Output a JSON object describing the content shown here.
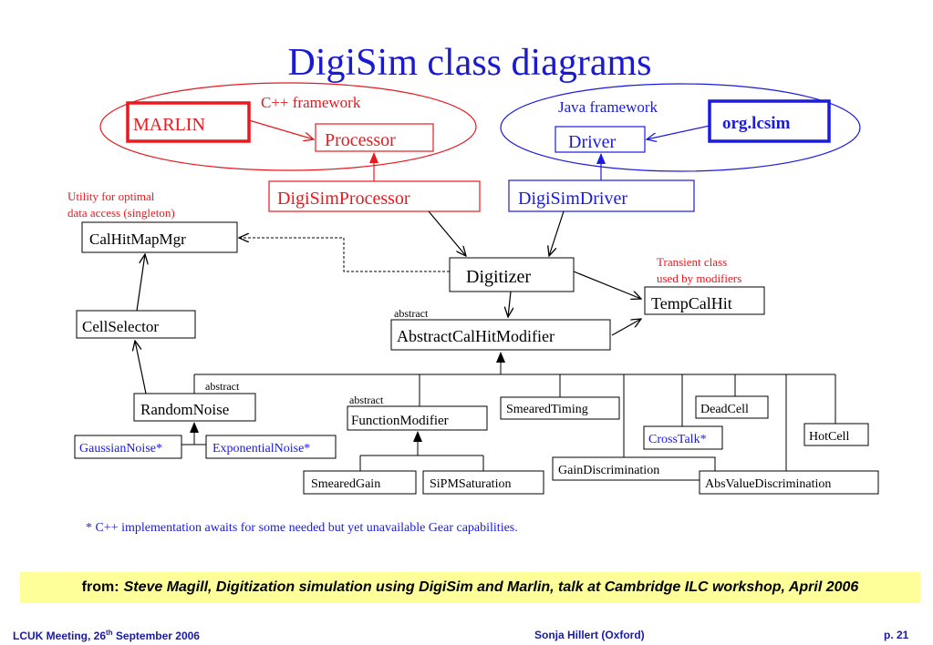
{
  "slide": {
    "title": "DigiSim class diagrams",
    "frameworks": {
      "cpp": {
        "label": "C++ framework",
        "outer": "MARLIN",
        "inner": "Processor",
        "color": "#e8191f"
      },
      "java": {
        "label": "Java framework",
        "outer": "org.lcsim",
        "inner": "Driver",
        "color": "#1a1ae0"
      }
    },
    "classes": {
      "digisim_processor": "DigiSimProcessor",
      "digisim_driver": "DigiSimDriver",
      "calhitmapmgr": "CalHitMapMgr",
      "digitizer": "Digitizer",
      "tempcalhit": "TempCalHit",
      "cellselector": "CellSelector",
      "abstract_modifier": "AbstractCalHitModifier",
      "randomnoise": "RandomNoise",
      "functionmodifier": "FunctionModifier",
      "smearedtiming": "SmearedTiming",
      "deadcell": "DeadCell",
      "crosstalk": "CrossTalk*",
      "hotcell": "HotCell",
      "gaussiannoise": "GaussianNoise*",
      "exponentialnoise": "ExponentialNoise*",
      "smearedgain": "SmearedGain",
      "sipmsaturation": "SiPMSaturation",
      "gaindiscrimination": "GainDiscrimination",
      "absvaluediscrimination": "AbsValueDiscrimination"
    },
    "annotations": {
      "utility_line1": "Utility for optimal",
      "utility_line2": "data access (singleton)",
      "transient_line1": "Transient class",
      "transient_line2": "used by modifiers",
      "abstract": "abstract",
      "footnote": "* C++ implementation awaits for some needed but yet unavailable Gear capabilities."
    },
    "colors": {
      "title": "#1a1ad0",
      "red": "#e8191f",
      "blue": "#1a1ae0",
      "black": "#000000",
      "highlight": "#ffff99"
    },
    "citation": {
      "prefix": "from:",
      "text": "Steve Magill, Digitization simulation using DigiSim and Marlin, talk at Cambridge ILC workshop, April 2006"
    },
    "footer": {
      "left_pre": "LCUK Meeting, 26",
      "left_sup": "th",
      "left_post": " September 2006",
      "center": "Sonja Hillert (Oxford)",
      "right": "p. 21"
    }
  }
}
